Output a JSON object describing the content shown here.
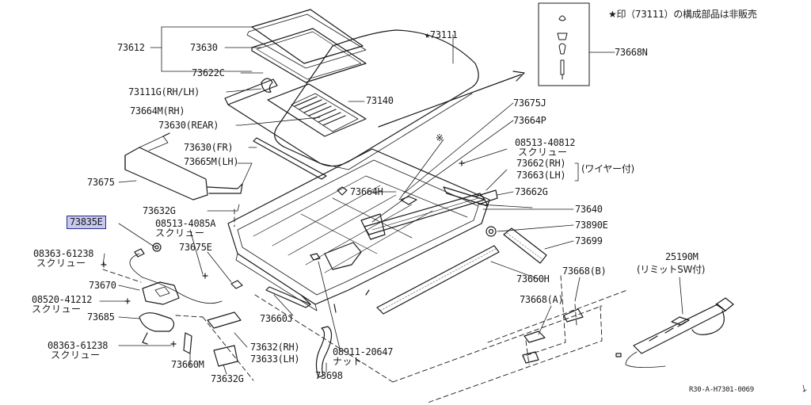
{
  "note": "★印（73111）の構成部品は非販売",
  "footer": "R30-A-H7301-0069",
  "labels": {
    "p73612": "73612",
    "p73630": "73630",
    "p73622C": "73622C",
    "p73111G": "73111G(RH/LH)",
    "p73140": "73140",
    "p73664M": "73664M(RH)",
    "p73630rear": "73630(REAR)",
    "p73630fr": "73630(FR)",
    "p73665M": "73665M(LH)",
    "p73675": "73675",
    "p73632G": "73632G",
    "p08513_4085": "08513-4085A",
    "screw": "スクリュー",
    "p73835E": "73835E",
    "p08363_a": "08363-61238",
    "p73675E": "73675E",
    "p73670": "73670",
    "p08520": "08520-41212",
    "p73685": "73685",
    "p08363_b": "08363-61238",
    "p73660M": "73660M",
    "p73632G_b": "73632G",
    "p73632RH": "73632(RH)",
    "p73633LH": "73633(LH)",
    "p73660J": "73660J",
    "p08911": "08911-20647",
    "nut": "ナット",
    "p73698": "73698",
    "p73111": "★73111",
    "p73668N": "73668N",
    "p73675J": "73675J",
    "p73664P": "73664P",
    "mark": "※",
    "p08513_40812": "08513-40812",
    "p73662RH": "73662(RH)",
    "p73663LH": "73663(LH)",
    "wire": "(ワイヤー付)",
    "p73664H": "73664H",
    "p73662G": "73662G",
    "p73640": "73640",
    "p73890E": "73890E",
    "p73699": "73699",
    "p73660H": "73660H",
    "p73668B": "73668(B)",
    "p73668A": "73668(A)",
    "p25190M": "25190M",
    "limit": "(リミットSW付)"
  }
}
